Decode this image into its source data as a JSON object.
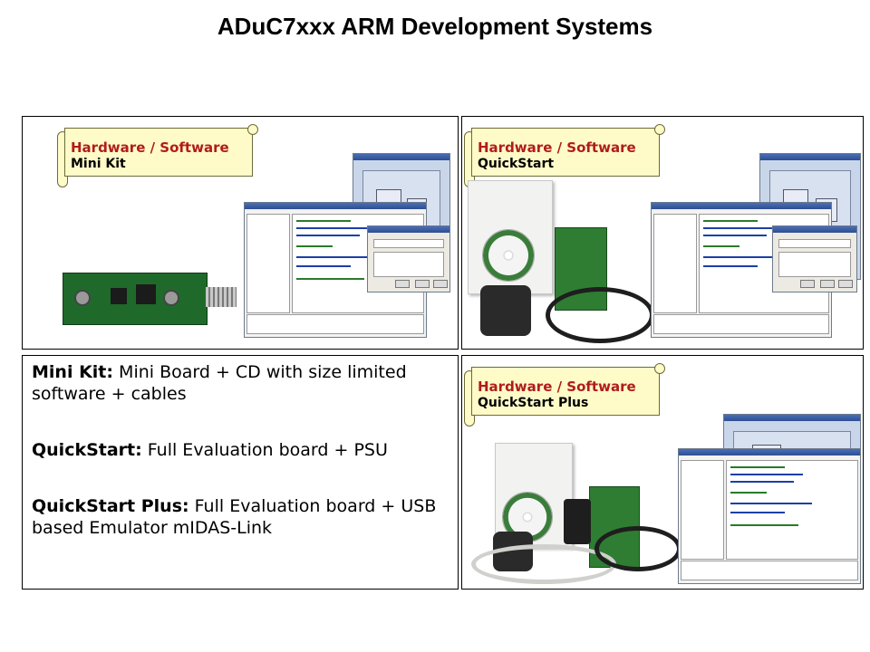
{
  "title": "ADuC7xxx ARM Development Systems",
  "kits": [
    {
      "label_line1": "Hardware / Software",
      "label_line2": "Mini  Kit"
    },
    {
      "label_line1": "Hardware / Software",
      "label_line2": "QuickStart"
    },
    {
      "label_line1": "Hardware / Software",
      "label_line2": "QuickStart  Plus"
    }
  ],
  "descriptions": [
    {
      "name": "Mini Kit:",
      "text": "Mini Board + CD with size limited software + cables"
    },
    {
      "name": "QuickStart:",
      "text": "Full Evaluation board + PSU"
    },
    {
      "name": "QuickStart Plus:",
      "text": "Full Evaluation board + USB based Emulator mIDAS-Link"
    }
  ]
}
